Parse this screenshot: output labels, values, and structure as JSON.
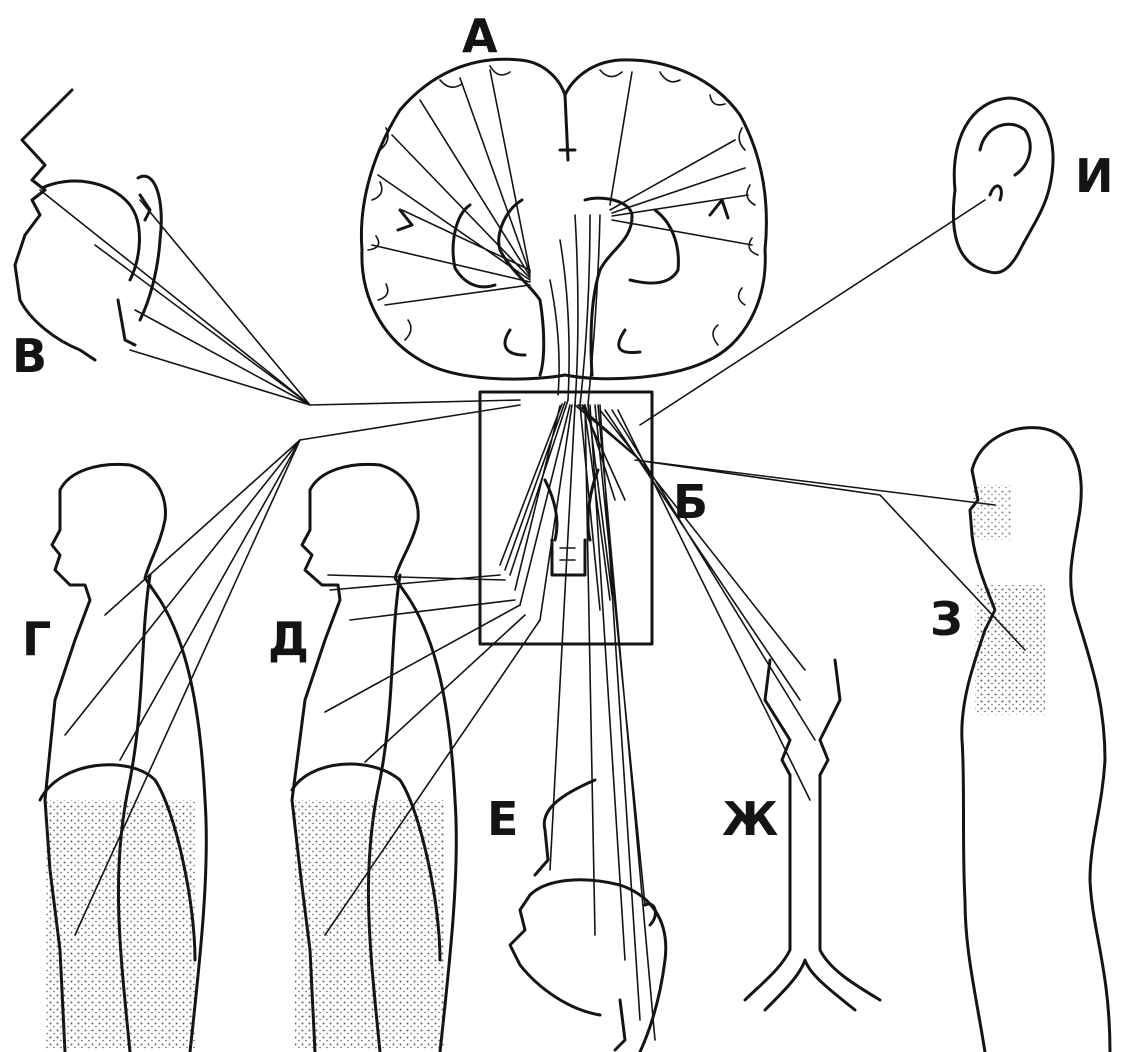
{
  "labels": {
    "a": "А",
    "b": "Б",
    "v": "В",
    "g": "Г",
    "d": "Д",
    "e": "Е",
    "zh": "Ж",
    "z": "З",
    "i": "И"
  },
  "colors": {
    "ink": "#141414",
    "paper": "#ffffff",
    "stipple": "#2a2a2a"
  }
}
